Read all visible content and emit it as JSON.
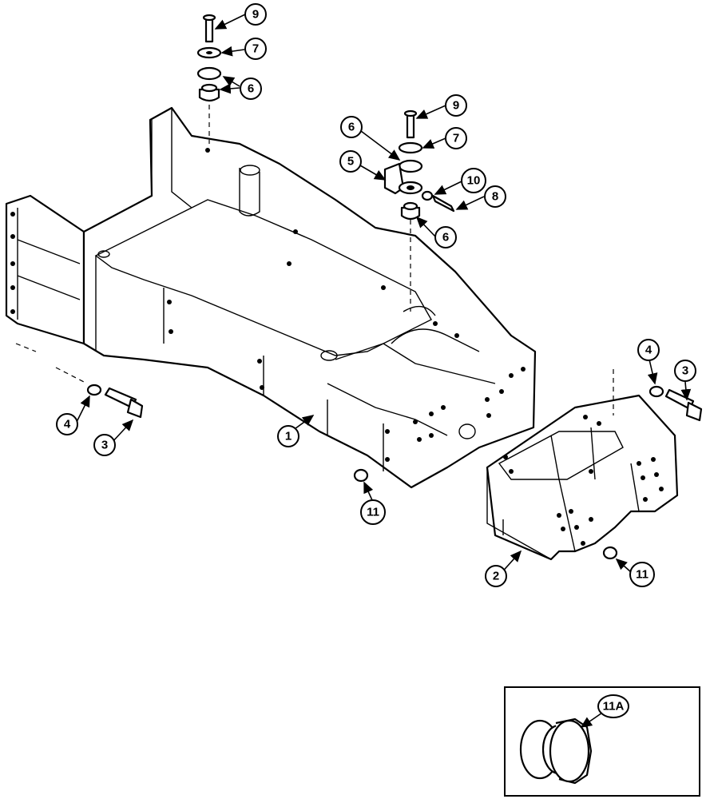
{
  "callouts": {
    "c1": "1",
    "c2": "2",
    "c3a": "3",
    "c3b": "3",
    "c4a": "4",
    "c4b": "4",
    "c5": "5",
    "c6a": "6",
    "c6b": "6",
    "c6c": "6",
    "c7a": "7",
    "c7b": "7",
    "c8": "8",
    "c9a": "9",
    "c9b": "9",
    "c10": "10",
    "c11a": "11",
    "c11b": "11",
    "c11A": "11A"
  }
}
